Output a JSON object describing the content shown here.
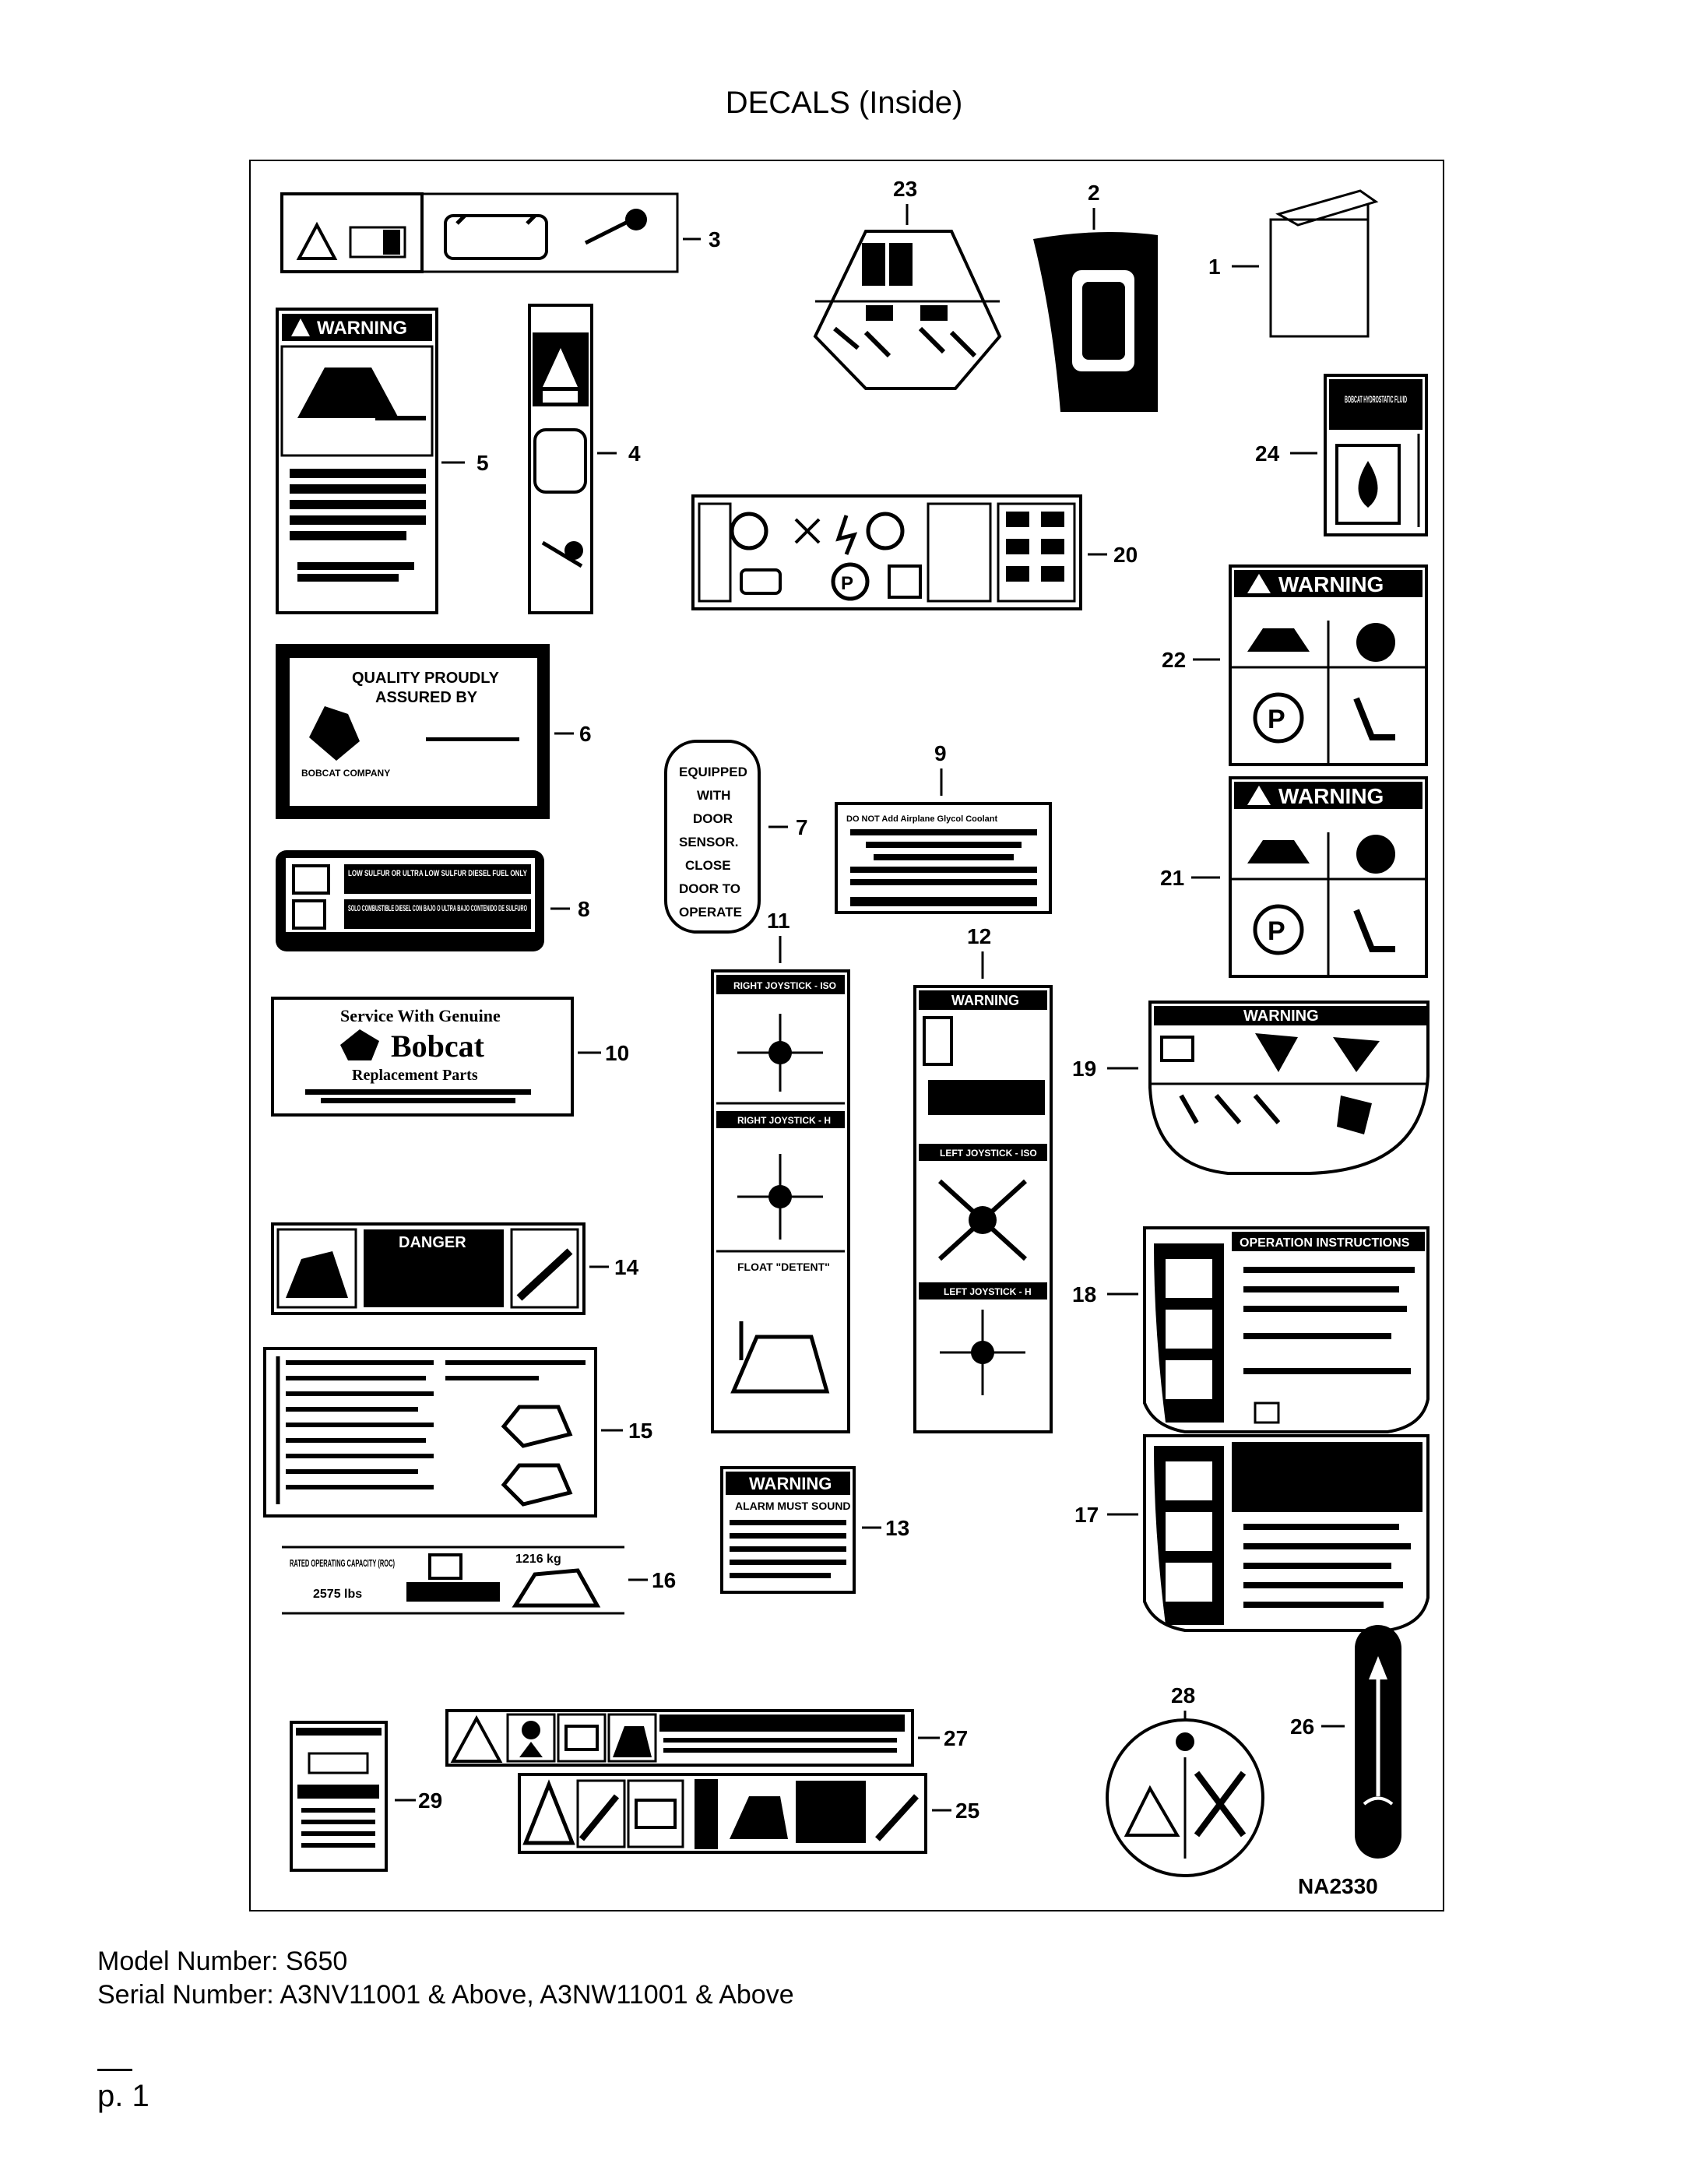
{
  "page": {
    "title": "DECALS (Inside)",
    "figure_id": "NA2330",
    "model_number": "Model Number: S650",
    "serial_number": "Serial Number: A3NV11001 & Above, A3NW11001 & Above",
    "page_number": "p. 1"
  },
  "callouts": {
    "c1": "1",
    "c2": "2",
    "c3": "3",
    "c4": "4",
    "c5": "5",
    "c6": "6",
    "c7": "7",
    "c8": "8",
    "c9": "9",
    "c10": "10",
    "c11": "11",
    "c12": "12",
    "c13": "13",
    "c14": "14",
    "c15": "15",
    "c16": "16",
    "c17": "17",
    "c18": "18",
    "c19": "19",
    "c20": "20",
    "c21": "21",
    "c22": "22",
    "c23": "23",
    "c24": "24",
    "c25": "25",
    "c26": "26",
    "c27": "27",
    "c28": "28",
    "c29": "29"
  },
  "decals": {
    "warning": "WARNING",
    "danger": "DANGER",
    "quality_line1": "QUALITY PROUDLY",
    "quality_line2": "ASSURED BY",
    "bobcat_company": "BOBCAT COMPANY",
    "door_sensor": [
      "EQUIPPED",
      "WITH",
      "DOOR",
      "SENSOR.",
      "CLOSE",
      "DOOR TO",
      "OPERATE"
    ],
    "service_line1": "Service With Genuine",
    "service_brand": "Bobcat",
    "service_line2": "Replacement Parts",
    "operation_instructions": "OPERATION INSTRUCTIONS",
    "rated_capacity": "RATED OPERATING CAPACITY (ROC)",
    "rated_lbs": "2575 lbs",
    "rated_kg": "1216 kg",
    "alarm": "ALARM MUST SOUND",
    "bobcat_fluid": "BOBCAT HYDROSTATIC FLUID",
    "fuel_en": "LOW SULFUR OR ULTRA LOW SULFUR DIESEL FUEL ONLY",
    "fuel_es": "SOLO COMBUSTIBLE DIESEL CON BAJO O ULTRA BAJO CONTENIDO DE SULFURO",
    "right_joystick_iso": "RIGHT JOYSTICK - ISO",
    "right_joystick_h": "RIGHT JOYSTICK - H",
    "left_joystick_iso": "LEFT JOYSTICK - ISO",
    "left_joystick_h": "LEFT JOYSTICK - H",
    "float_detent": "FLOAT \"DETENT\"",
    "coolant": "DO NOT Add Airplane Glycol Coolant"
  }
}
